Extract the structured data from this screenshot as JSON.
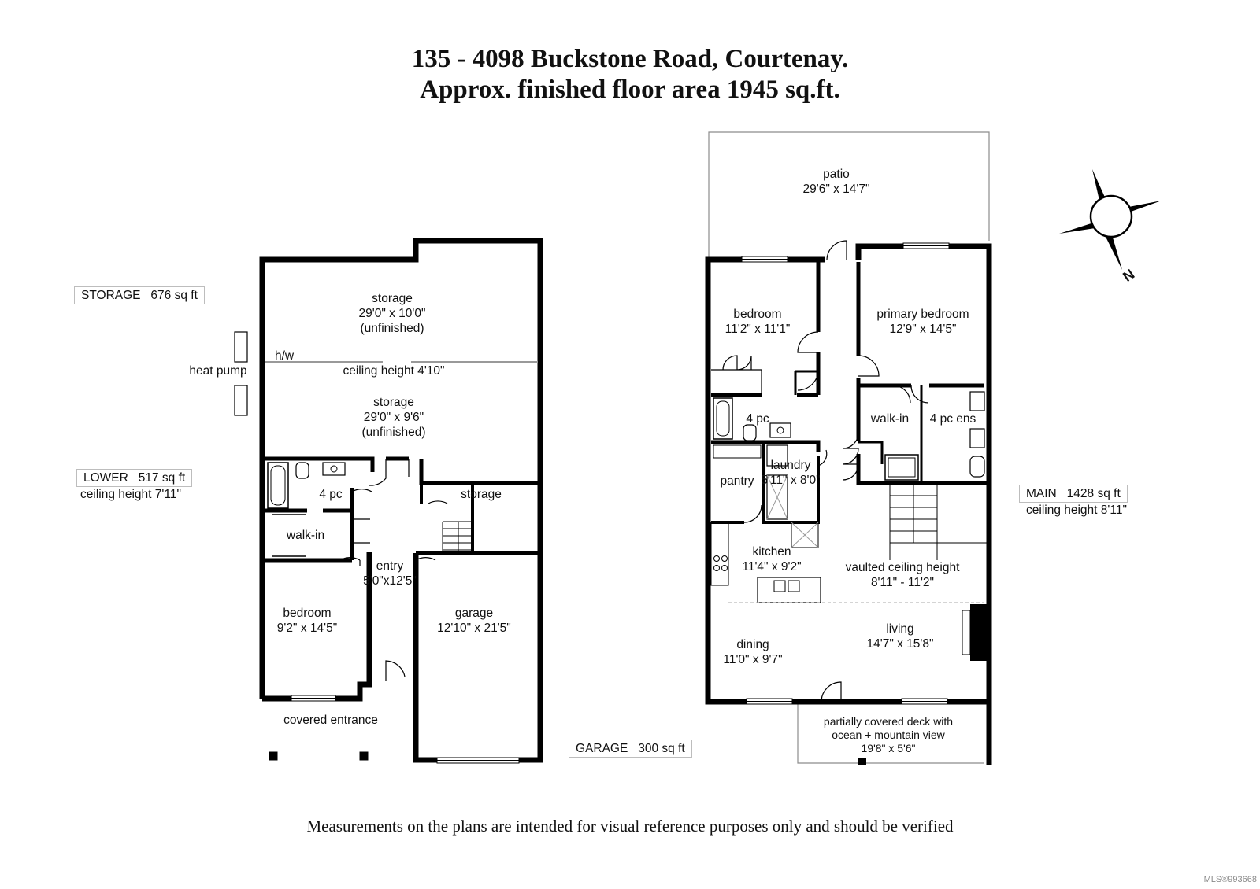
{
  "header": {
    "address": "135 - 4098 Buckstone Road, Courtenay.",
    "area": "Approx. finished floor area 1945 sq.ft."
  },
  "summaries": {
    "storage": "STORAGE   676 sq ft",
    "lower": "LOWER   517 sq ft",
    "lower_ceiling": "ceiling height 7'11\"",
    "garage": "GARAGE   300 sq ft",
    "main": "MAIN   1428 sq ft",
    "main_ceiling": "ceiling height 8'11\""
  },
  "lower_plan": {
    "storage_upper": "storage\n29'0\" x 10'0\"\n(unfinished)",
    "hw": "h/w",
    "ceiling": "ceiling height 4'10\"",
    "heat_pump": "heat pump",
    "storage_lower": "storage\n29'0\" x 9'6\"\n(unfinished)",
    "bath": "4 pc",
    "storage_small": "storage",
    "walkin": "walk-in",
    "entry": "entry\n5'0\"x12'5\"",
    "bedroom": "bedroom\n9'2\" x 14'5\"",
    "garage": "garage\n12'10\" x 21'5\"",
    "covered_entrance": "covered entrance"
  },
  "main_plan": {
    "patio": "patio\n29'6\" x 14'7\"",
    "bedroom": "bedroom\n11'2\" x 11'1\"",
    "primary_bedroom": "primary bedroom\n12'9\" x 14'5\"",
    "bath": "4 pc",
    "walkin": "walk-in",
    "ensuite": "4 pc ens",
    "pantry": "pantry",
    "laundry": "laundry\n5'11\" x 8'0\"",
    "kitchen": "kitchen\n11'4\" x 9'2\"",
    "vaulted": "vaulted ceiling height\n8'11\" - 11'2\"",
    "dining": "dining\n11'0\" x 9'7\"",
    "living": "living\n14'7\" x 15'8\"",
    "deck": "partially covered deck with\nocean + mountain view\n19'8\" x 5'6\""
  },
  "compass": {
    "north": "N"
  },
  "footer": {
    "note": "Measurements on the plans are intended for visual reference purposes only and should be verified",
    "mls": "MLS®993668"
  }
}
